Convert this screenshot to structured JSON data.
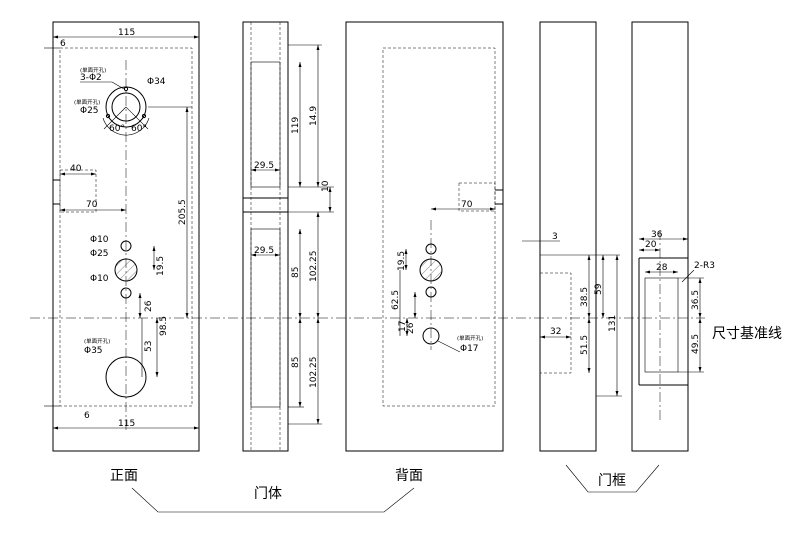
{
  "views": {
    "front": "正面",
    "door_body": "门体",
    "back": "背面",
    "frame": "门框"
  },
  "datum_label": "尺寸基准线",
  "front": {
    "d_top_width": "115",
    "d_top_offset": "6",
    "d_bottom_width": "115",
    "d_bottom_offset": "6",
    "note_single_1": "(单面开孔)",
    "holes_3": "3-Φ2",
    "phi34": "Φ34",
    "note_single_2": "(单面开孔)",
    "phi25_top": "Φ25",
    "ang_left": "60°",
    "ang_right": "60°",
    "d40": "40",
    "d70": "70",
    "d205": "205.5",
    "phi10_a": "Φ10",
    "phi25_b": "Φ25",
    "phi10_b": "Φ10",
    "d19": "19.5",
    "d26": "26",
    "d98": "98.5",
    "note_single_3": "(单面开孔)",
    "phi35": "Φ35",
    "d53": "53"
  },
  "side": {
    "d119": "119",
    "d149": "14.9",
    "d10": "10",
    "d29_top": "29.5",
    "d29_mid": "29.5",
    "d85_a": "85",
    "d102_a": "102.25",
    "d85_b": "85",
    "d102_b": "102.25"
  },
  "back": {
    "d70": "70",
    "d19": "19.5",
    "d62": "62.5",
    "d17": "17",
    "d26": "26",
    "note_single": "(单面开孔)",
    "phi17": "Φ17"
  },
  "frame_side": {
    "d3": "3",
    "d38": "38.5",
    "d59": "59",
    "d131": "131",
    "d32": "32",
    "d51": "51.5"
  },
  "frame_front": {
    "d36": "36",
    "d20": "20",
    "d28": "28",
    "r3": "2-R3",
    "d365": "36.5",
    "d495": "49.5"
  }
}
